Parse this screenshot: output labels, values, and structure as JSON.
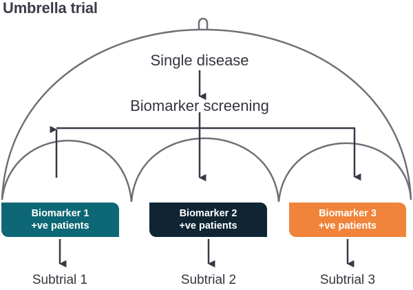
{
  "title": "Umbrella trial",
  "nodes": {
    "disease": "Single disease",
    "screening": "Biomarker screening"
  },
  "groups": [
    {
      "line1": "Biomarker 1",
      "line2": "+ve patients",
      "color": "#0e6775",
      "subtrial": "Subtrial 1"
    },
    {
      "line1": "Biomarker 2",
      "line2": "+ve patients",
      "color": "#0f2533",
      "subtrial": "Subtrial 2"
    },
    {
      "line1": "Biomarker 3",
      "line2": "+ve patients",
      "color": "#f0843a",
      "subtrial": "Subtrial 3"
    }
  ],
  "colors": {
    "arc": "#6e7077",
    "arrow": "#363945",
    "text": "#33363f"
  }
}
